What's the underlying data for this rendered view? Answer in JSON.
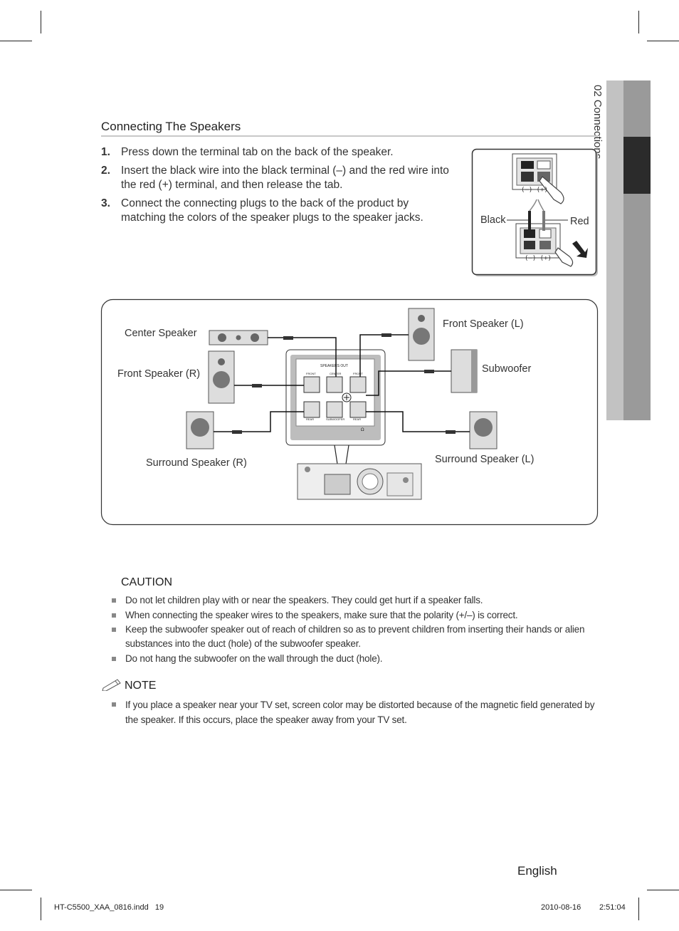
{
  "section": {
    "title": "Connecting The Speakers"
  },
  "steps": [
    {
      "num": "1.",
      "text": "Press down the terminal tab on the back of the speaker."
    },
    {
      "num": "2.",
      "text": "Insert the black wire into the black terminal (–) and the red wire into the red (+) terminal, and then release the tab."
    },
    {
      "num": "3.",
      "text": "Connect the connecting plugs to the back of the product by matching the colors of the speaker plugs to the speaker jacks."
    }
  ],
  "terminal_figure": {
    "polarity_top": "(–)  (+)",
    "polarity_bottom": "(–)  (+)",
    "black_label": "Black",
    "red_label": "Red"
  },
  "sidebar_tab": {
    "label": "02  Connections"
  },
  "speaker_diagram": {
    "center": "Center Speaker",
    "front_r": "Front Speaker (R)",
    "front_l": "Front Speaker (L)",
    "subwoofer": "Subwoofer",
    "surround_r": "Surround Speaker (R)",
    "surround_l": "Surround Speaker (L)",
    "panel": {
      "header": "SPEAKERS OUT",
      "front_r_jack": "FRONT",
      "center_jack": "CENTER",
      "front_l_jack": "FRONT",
      "rear_r_jack": "REAR",
      "subwoofer_jack": "SUBWOOFER",
      "rear_l_jack": "REAR",
      "ohm": "Ω"
    }
  },
  "caution": {
    "title": "CAUTION",
    "items": [
      "Do not let children play with or near the speakers. They could get hurt if a speaker falls.",
      "When connecting the speaker wires to the speakers, make sure that the polarity (+/–) is correct.",
      "Keep the subwoofer speaker out of reach of children so as to prevent children from inserting their hands or alien substances into the duct (hole) of the subwoofer speaker.",
      "Do not hang the subwoofer on the wall through the duct (hole)."
    ]
  },
  "note": {
    "title": "NOTE",
    "items": [
      "If you place a speaker near your TV set, screen color may be distorted because of the magnetic field generated by the speaker. If this occurs, place the speaker away from your TV set."
    ]
  },
  "footer": {
    "language": "English",
    "file": "HT-C5500_XAA_0816.indd   19",
    "date": "2010-08-16",
    "time": "2:51:04"
  }
}
